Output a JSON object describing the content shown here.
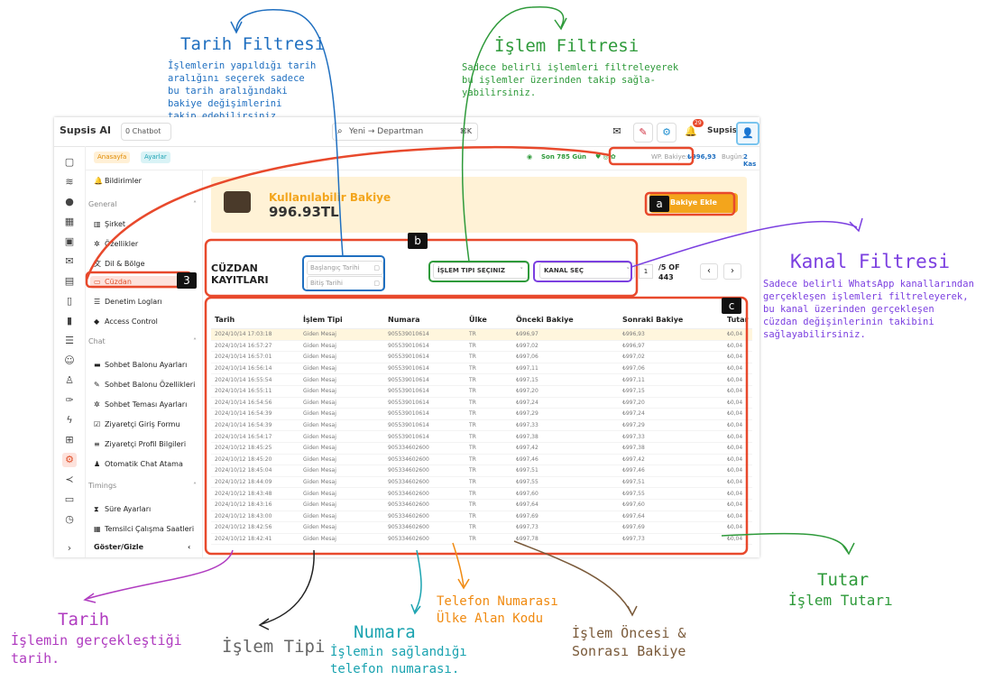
{
  "annotations": {
    "date_filter": {
      "title": "Tarih Filtresi",
      "lines": [
        "İşlemlerin yapıldığı tarih",
        "aralığını seçerek sadece",
        "bu tarih aralığındaki",
        "bakiye değişimlerini",
        "takip edebilirsiniz."
      ]
    },
    "action_filter": {
      "title": "İşlem Filtresi",
      "lines": [
        "Sadece belirli işlemleri filtreleyerek",
        "bu işlemler üzerinden takip sağla-",
        "yabilirsiniz."
      ]
    },
    "channel_filter": {
      "title": "Kanal Filtresi",
      "lines": [
        "Sadece belirli WhatsApp kanallarından",
        "gerçekleşen işlemleri filtreleyerek,",
        "bu kanal üzerinden gerçekleşen",
        "cüzdan değişinlerinin takibini",
        "sağlayabilirsiniz."
      ]
    },
    "amount": {
      "title": "Tutar",
      "desc": "İşlem Tutarı"
    },
    "date": {
      "title": "Tarih",
      "lines": [
        "İşlemin gerçekleştiği",
        "tarih."
      ]
    },
    "type": {
      "title": "İşlem Tipi"
    },
    "number": {
      "title": "Numara",
      "lines": [
        "İşlemin sağlandığı",
        "telefon numarası."
      ]
    },
    "phone": {
      "lines": [
        "Telefon Numarası",
        "Ülke Alan Kodu"
      ]
    },
    "balance": {
      "lines": [
        "İşlem Öncesi &",
        "Sonrası Bakiye"
      ]
    },
    "labels": {
      "a": "a",
      "b": "b",
      "c": "c",
      "three": "3"
    }
  },
  "app": {
    "logo": "Supsis AI",
    "chatbot": "Chatbot",
    "chatbot_count": "0",
    "search_placeholder": "Yeni → Departman",
    "search_kbd": "⌘K",
    "notif_count": "29",
    "username": "Supsis",
    "tabs": {
      "home": "Anasayfa",
      "settings": "Ayarlar"
    },
    "subbar": {
      "days": "Son 785 Gün",
      "wp_label": "WP. Bakiye:",
      "wp_value": "₺996,93",
      "today_label": "Bugün:",
      "today_value": "2 Kas"
    },
    "menu": {
      "notifications": "Bildirimler",
      "general": "General",
      "company": "Şirket",
      "features": "Özellikler",
      "language": "Dil & Bölge",
      "wallet": "Cüzdan",
      "audit": "Denetim Logları",
      "access": "Access Control",
      "chat": "Chat",
      "bubble_settings": "Sohbet Balonu Ayarları",
      "bubble_features": "Sohbet Balonu Özellikleri",
      "theme": "Sohbet Teması Ayarları",
      "visitor_form": "Ziyaretçi Giriş Formu",
      "visitor_profile": "Ziyaretçi Profil Bilgileri",
      "auto_assign": "Otomatik Chat Atama",
      "timings": "Timings",
      "duration": "Süre Ayarları",
      "agent_hours": "Temsilci Çalışma Saatleri",
      "toggle": "Göster/Gizle"
    },
    "balance": {
      "label": "Kullanılabilir Bakiye",
      "value": "996.93TL",
      "add_button": "Bakiye Ekle"
    },
    "records": {
      "title_line1": "CÜZDAN",
      "title_line2": "KAYITLARI",
      "start_date_placeholder": "Başlangıç Tarihi",
      "end_date_placeholder": "Bitiş Tarihi",
      "type_select": "İŞLEM TIPI SEÇINIZ",
      "channel_select": "KANAL SEÇ",
      "page": "1",
      "page_of_line1": "/5 OF",
      "page_of_line2": "443"
    },
    "table": {
      "headers": [
        "Tarih",
        "İşlem Tipi",
        "Numara",
        "Ülke",
        "Önceki Bakiye",
        "Sonraki Bakiye",
        "Tutar"
      ],
      "rows": [
        [
          "2024/10/14 17:03:18",
          "Giden Mesaj",
          "905539010614",
          "TR",
          "₺996,97",
          "₺996,93",
          "₺0,04"
        ],
        [
          "2024/10/14 16:57:27",
          "Giden Mesaj",
          "905539010614",
          "TR",
          "₺997,02",
          "₺996,97",
          "₺0,04"
        ],
        [
          "2024/10/14 16:57:01",
          "Giden Mesaj",
          "905539010614",
          "TR",
          "₺997,06",
          "₺997,02",
          "₺0,04"
        ],
        [
          "2024/10/14 16:56:14",
          "Giden Mesaj",
          "905539010614",
          "TR",
          "₺997,11",
          "₺997,06",
          "₺0,04"
        ],
        [
          "2024/10/14 16:55:54",
          "Giden Mesaj",
          "905539010614",
          "TR",
          "₺997,15",
          "₺997,11",
          "₺0,04"
        ],
        [
          "2024/10/14 16:55:11",
          "Giden Mesaj",
          "905539010614",
          "TR",
          "₺997,20",
          "₺997,15",
          "₺0,04"
        ],
        [
          "2024/10/14 16:54:56",
          "Giden Mesaj",
          "905539010614",
          "TR",
          "₺997,24",
          "₺997,20",
          "₺0,04"
        ],
        [
          "2024/10/14 16:54:39",
          "Giden Mesaj",
          "905539010614",
          "TR",
          "₺997,29",
          "₺997,24",
          "₺0,04"
        ],
        [
          "2024/10/14 16:54:39",
          "Giden Mesaj",
          "905539010614",
          "TR",
          "₺997,33",
          "₺997,29",
          "₺0,04"
        ],
        [
          "2024/10/14 16:54:17",
          "Giden Mesaj",
          "905539010614",
          "TR",
          "₺997,38",
          "₺997,33",
          "₺0,04"
        ],
        [
          "2024/10/12 18:45:25",
          "Giden Mesaj",
          "905334602600",
          "TR",
          "₺997,42",
          "₺997,38",
          "₺0,04"
        ],
        [
          "2024/10/12 18:45:20",
          "Giden Mesaj",
          "905334602600",
          "TR",
          "₺997,46",
          "₺997,42",
          "₺0,04"
        ],
        [
          "2024/10/12 18:45:04",
          "Giden Mesaj",
          "905334602600",
          "TR",
          "₺997,51",
          "₺997,46",
          "₺0,04"
        ],
        [
          "2024/10/12 18:44:09",
          "Giden Mesaj",
          "905334602600",
          "TR",
          "₺997,55",
          "₺997,51",
          "₺0,04"
        ],
        [
          "2024/10/12 18:43:48",
          "Giden Mesaj",
          "905334602600",
          "TR",
          "₺997,60",
          "₺997,55",
          "₺0,04"
        ],
        [
          "2024/10/12 18:43:16",
          "Giden Mesaj",
          "905334602600",
          "TR",
          "₺997,64",
          "₺997,60",
          "₺0,04"
        ],
        [
          "2024/10/12 18:43:00",
          "Giden Mesaj",
          "905334602600",
          "TR",
          "₺997,69",
          "₺997,64",
          "₺0,04"
        ],
        [
          "2024/10/12 18:42:56",
          "Giden Mesaj",
          "905334602600",
          "TR",
          "₺997,73",
          "₺997,69",
          "₺0,04"
        ],
        [
          "2024/10/12 18:42:41",
          "Giden Mesaj",
          "905334602600",
          "TR",
          "₺997,78",
          "₺997,73",
          "₺0,04"
        ]
      ]
    }
  },
  "colors": {
    "orange": "#f3a51c",
    "red_frame": "#e8492c",
    "blue": "#1f6fc0",
    "green": "#2e9a3a",
    "purple": "#7b3fe0",
    "teal": "#1aa3b0",
    "brown": "#7a5a3a"
  }
}
